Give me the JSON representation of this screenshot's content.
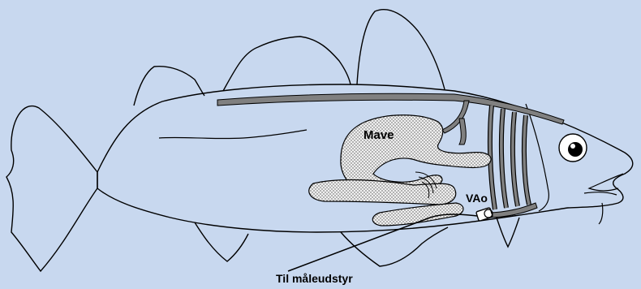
{
  "labels": {
    "stomach": "Mave",
    "artery": "VAo",
    "equipment": "Til måleudstyr"
  },
  "colors": {
    "background": "#c8d8ef",
    "outline": "#000000",
    "blood_vessel": "#808080",
    "organ_fill": "#e8e8e8",
    "eye_white": "#ffffff"
  }
}
